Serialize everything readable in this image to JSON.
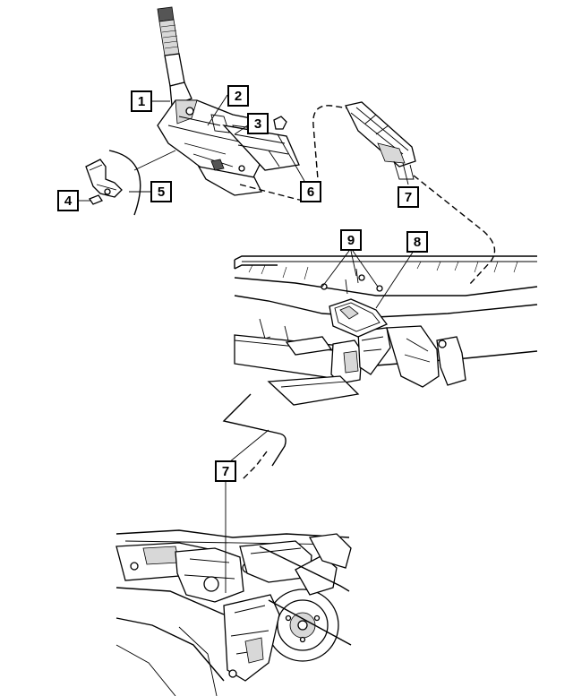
{
  "callouts": [
    {
      "id": "callout-1",
      "label": "1"
    },
    {
      "id": "callout-2",
      "label": "2"
    },
    {
      "id": "callout-3",
      "label": "3"
    },
    {
      "id": "callout-4",
      "label": "4"
    },
    {
      "id": "callout-5",
      "label": "5"
    },
    {
      "id": "callout-6",
      "label": "6"
    },
    {
      "id": "callout-7a",
      "label": "7"
    },
    {
      "id": "callout-8",
      "label": "8"
    },
    {
      "id": "callout-9",
      "label": "9"
    },
    {
      "id": "callout-7b",
      "label": "7"
    }
  ]
}
